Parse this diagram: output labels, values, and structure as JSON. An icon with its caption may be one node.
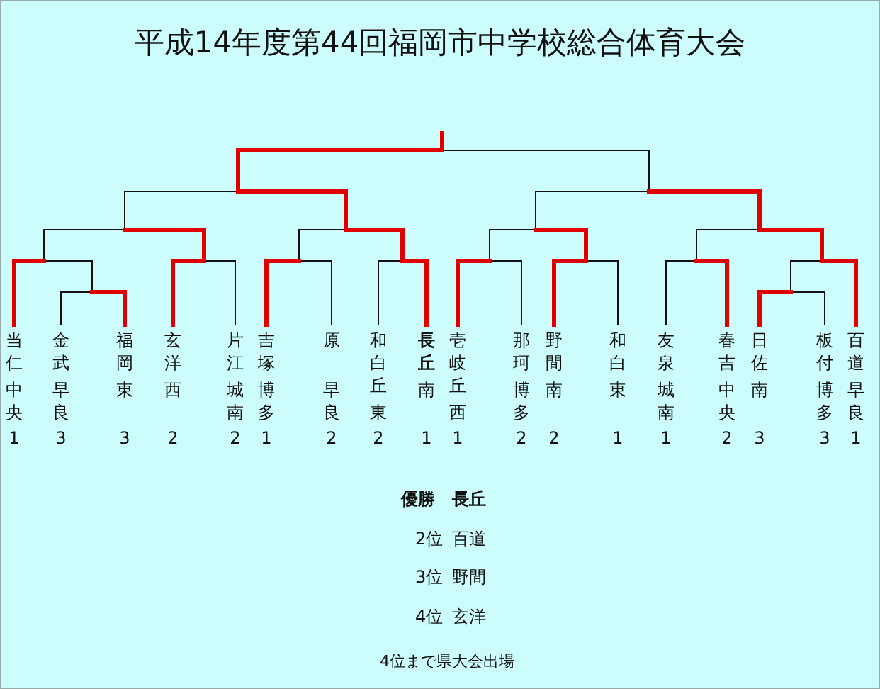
{
  "diagram": {
    "title": "平成14年度第44回福岡市中学校総合体育大会",
    "labels": [
      "当仁",
      "中央",
      "1",
      "金武",
      "早良",
      "3",
      "福岡",
      "東",
      "3",
      "玄洋",
      "西",
      "2",
      "片江",
      "城南",
      "2",
      "吉塚",
      "博多",
      "1",
      "原",
      "早良",
      "2",
      "和白丘",
      "東",
      "2",
      "長丘",
      "南",
      "1",
      "壱岐丘",
      "西",
      "1",
      "那珂",
      "博多",
      "2",
      "野間",
      "南",
      "2",
      "和白",
      "東",
      "1",
      "友泉",
      "城南",
      "1",
      "春吉",
      "中央",
      "2",
      "日佐",
      "南",
      "3",
      "板付",
      "博多",
      "3",
      "百道",
      "早良",
      "1",
      "優勝",
      "長丘",
      "2位",
      "百道",
      "3位",
      "野間",
      "4位",
      "玄洋",
      "4位まで県大会出場"
    ]
  }
}
